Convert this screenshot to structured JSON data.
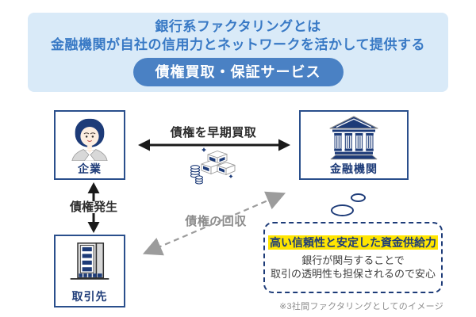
{
  "header": {
    "title_line1": "銀行系ファクタリングとは",
    "title_line2": "金融機関が自社の信用力とネットワークを活かして提供する",
    "badge_label": "債権買取・保証サービス"
  },
  "diagram": {
    "company_label": "企業",
    "bank_label": "金融機関",
    "client_label": "取引先",
    "purchase_arrow_label": "債権を早期買取",
    "occurrence_arrow_label": "債権発生",
    "collection_arrow_label": "債権の回収"
  },
  "callout": {
    "highlight_text": "高い信頼性と安定した資金供給力",
    "body_line1": "銀行が関与することで",
    "body_line2": "取引の透明性も担保されるので安心"
  },
  "footnote": "※3社間ファクタリングとしてのイメージ",
  "colors": {
    "navy": "#1d3b78",
    "box_border": "#2a4f8c",
    "banner_bg": "#d9eaf8",
    "header_text": "#3879c5",
    "badge_bg": "#4a81c4",
    "highlight_yellow": "#ffe500",
    "arrow_black": "#1a1a1a",
    "dashed_arrow_gray": "#9c9c9c"
  }
}
